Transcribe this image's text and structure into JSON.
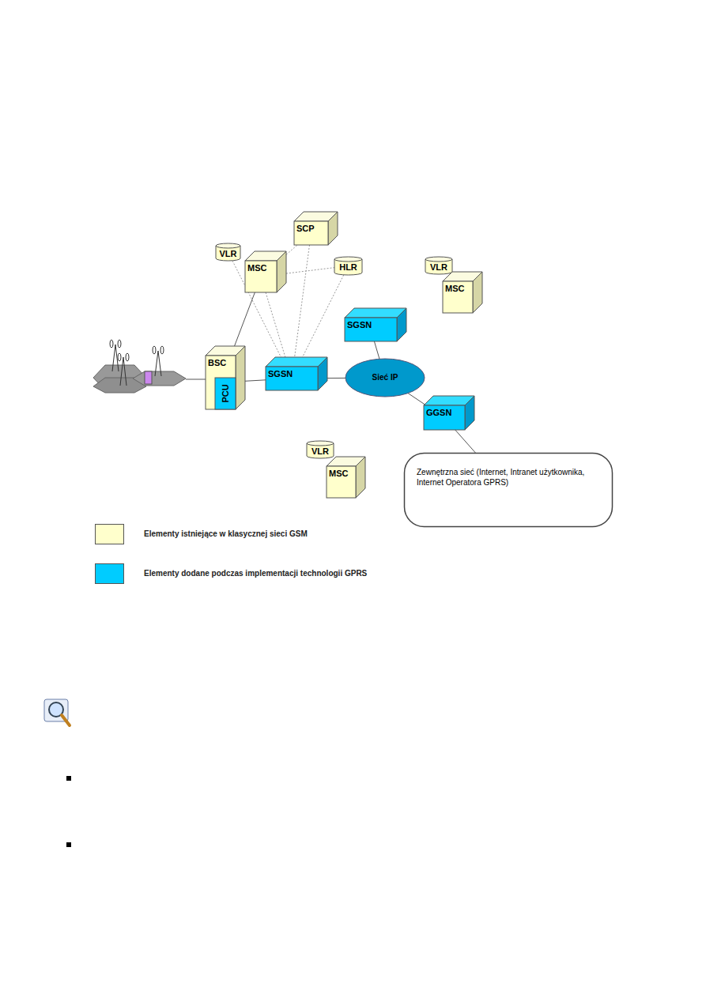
{
  "diagram": {
    "nodes": [
      {
        "text": [
          "SCP"
        ]
      },
      {
        "text": [
          "VLR"
        ]
      },
      {
        "text": [
          "MSC"
        ]
      },
      {
        "text": [
          "HLR"
        ]
      },
      {
        "text": [
          "VLR"
        ]
      },
      {
        "text": [
          "MSC"
        ]
      },
      {
        "text": [
          "SGSN"
        ]
      },
      {
        "text": [
          "BSC"
        ]
      },
      {
        "text": [
          "PCU"
        ],
        "in": 7
      },
      {
        "text": [
          "SGSN"
        ]
      },
      {
        "text": [
          "Sieć IP"
        ]
      },
      {
        "text": [
          "GGSN"
        ]
      },
      {
        "text": [
          "VLR"
        ]
      },
      {
        "text": [
          "MSC"
        ]
      },
      {
        "text": [
          "Zewnętrzna sieć (Internet, Intranet użytkownika, Internet Operatora GPRS)"
        ]
      }
    ],
    "edges": [
      {
        "from": 2,
        "to": 7,
        "arrow": "none"
      },
      {
        "from": 1,
        "to": 9,
        "arrow": "none"
      },
      {
        "from": 2,
        "to": 9,
        "arrow": "none"
      },
      {
        "from": 0,
        "to": 9,
        "arrow": "none"
      },
      {
        "from": 3,
        "to": 9,
        "arrow": "none"
      },
      {
        "from": 2,
        "to": 3,
        "arrow": "none"
      },
      {
        "from": 2,
        "to": 0,
        "arrow": "none"
      },
      {
        "from": 7,
        "to": 9,
        "arrow": "none"
      },
      {
        "from": 9,
        "to": 10,
        "arrow": "none"
      },
      {
        "from": 6,
        "to": 10,
        "arrow": "none"
      },
      {
        "from": 10,
        "to": 11,
        "arrow": "none"
      },
      {
        "from": 11,
        "to": 14,
        "arrow": "none"
      }
    ],
    "legend": [
      {
        "text": "Elementy istniejące w klasycznej sieci GSM",
        "color": "#ffffcc"
      },
      {
        "text": "Elementy dodane podczas implementacji technologii GPRS",
        "color": "#00ccff"
      }
    ]
  }
}
